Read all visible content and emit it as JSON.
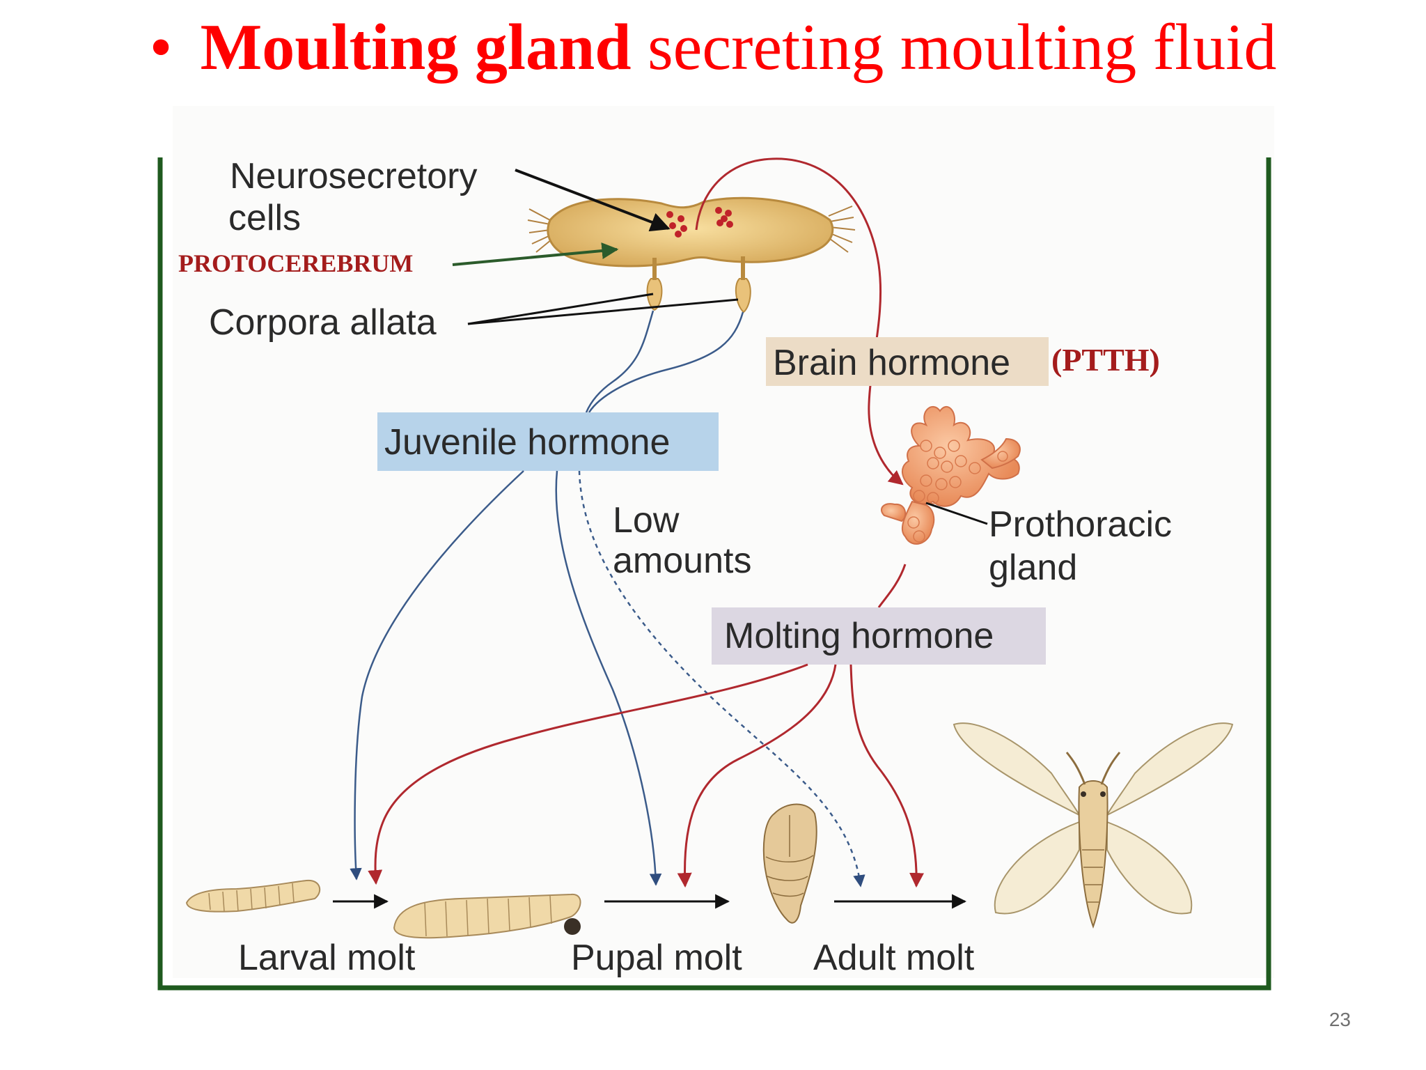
{
  "slide": {
    "bullet": "•",
    "title_bold": "Moulting gland",
    "title_rest": " secreting moulting fluid",
    "page_number": "23"
  },
  "diagram": {
    "neurosecretory_1": "Neurosecretory",
    "neurosecretory_2": "cells",
    "protocerebrum": "PROTOCEREBRUM",
    "corpora_allata": "Corpora allata",
    "brain_hormone": "Brain hormone",
    "ptth": "(PTTH)",
    "juvenile_hormone": "Juvenile hormone",
    "low_1": "Low",
    "low_2": "amounts",
    "prothoracic_1": "Prothoracic",
    "prothoracic_2": "gland",
    "molting_hormone": "Molting hormone",
    "larval_molt": "Larval molt",
    "pupal_molt": "Pupal molt",
    "adult_molt": "Adult molt"
  },
  "colors": {
    "title_red": "#ff0000",
    "frame_green": "#1f5a1f",
    "hormone_red": "#b0282e",
    "juvenile_blue": "#3b5b8a",
    "juvenile_box": "#b7d3ea",
    "brain_box": "#ecdcc6",
    "molting_box": "#dcd7e2",
    "brain_tan": "#e6c57a"
  }
}
